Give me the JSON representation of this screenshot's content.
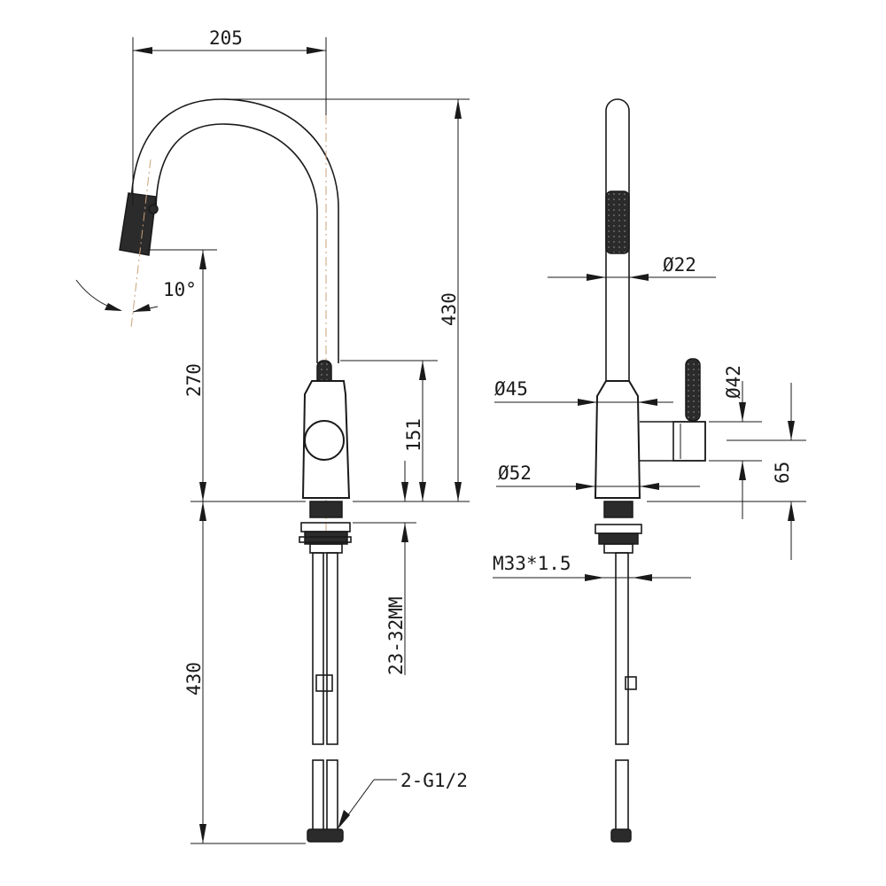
{
  "dimensions": {
    "spout_reach": "205",
    "total_height": "430",
    "spout_clearance": "270",
    "angle": "10°",
    "handle_height": "151",
    "shank_length": "430",
    "counter_thickness": "23-32MM",
    "hose_connector": "2-G1/2",
    "spout_diameter": "Ø22",
    "handle_diameter": "Ø42",
    "neck_diameter": "Ø45",
    "base_diameter": "Ø52",
    "thread": "M33*1.5",
    "handle_offset": "65"
  },
  "colors": {
    "line": "#1a1a1a",
    "centerline": "#c9a27a",
    "grip": "#2b2b2b"
  }
}
